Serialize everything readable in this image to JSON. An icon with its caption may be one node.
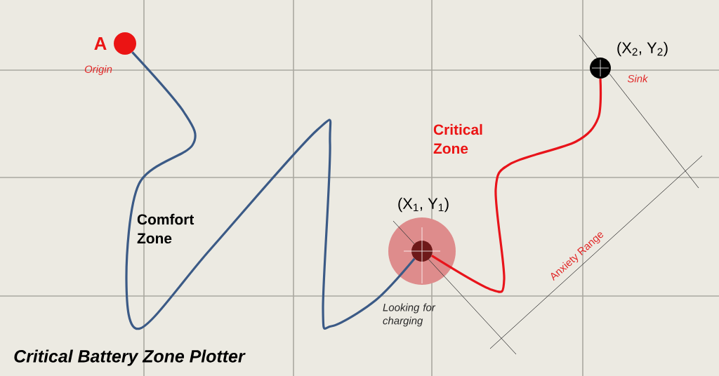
{
  "diagram": {
    "title": "Critical Battery Zone Plotter",
    "nodes": [
      {
        "text": [
          "A"
        ],
        "beside": [
          "Origin"
        ]
      },
      {
        "text": [
          "(X$_{1}$, Y$_{1}$)"
        ],
        "beside": [
          "Looking for charging"
        ]
      },
      {
        "text": [
          "(X$_{2}$, Y$_{2}$)"
        ],
        "beside": [
          "Sink"
        ]
      }
    ],
    "edges": [
      {
        "from": 0,
        "to": 1,
        "arrow": "none",
        "color": "#3b5a86"
      },
      {
        "from": 1,
        "to": 2,
        "arrow": "none",
        "color": "#e8141b"
      }
    ],
    "labels": [
      "Comfort Zone",
      "Critical Zone",
      "Anxiety Range"
    ]
  }
}
